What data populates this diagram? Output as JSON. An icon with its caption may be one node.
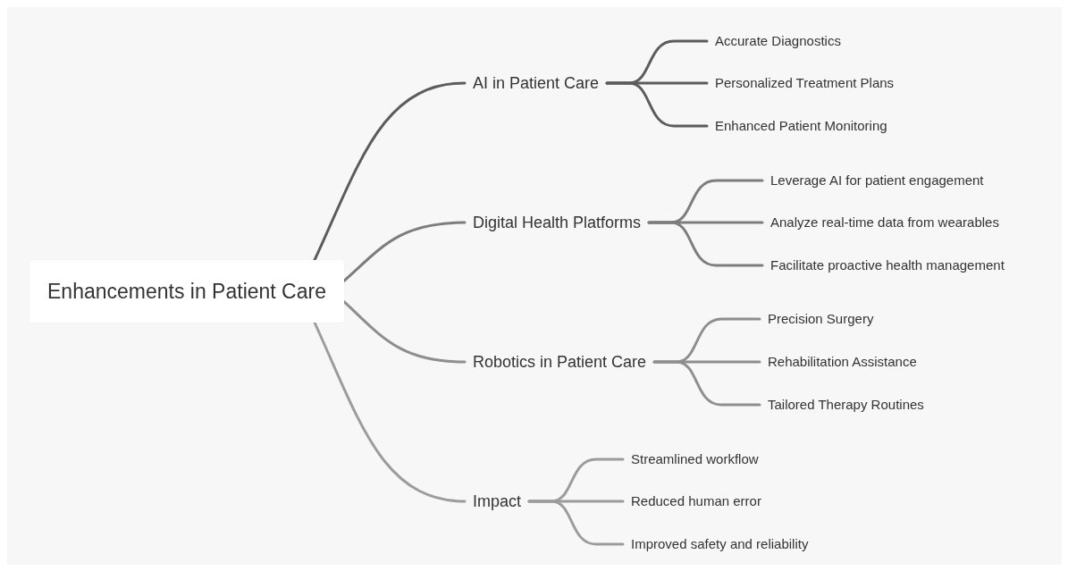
{
  "diagram": {
    "nodes": [
      {
        "text": [
          "Enhancements in Patient Care"
        ]
      },
      {
        "text": [
          "AI in Patient Care"
        ]
      },
      {
        "text": [
          "Accurate Diagnostics"
        ]
      },
      {
        "text": [
          "Personalized Treatment Plans"
        ]
      },
      {
        "text": [
          "Enhanced Patient Monitoring"
        ]
      },
      {
        "text": [
          "Digital Health Platforms"
        ]
      },
      {
        "text": [
          "Leverage AI for patient engagement"
        ]
      },
      {
        "text": [
          "Analyze real-time data from wearables"
        ]
      },
      {
        "text": [
          "Facilitate proactive health management"
        ]
      },
      {
        "text": [
          "Robotics in Patient Care"
        ]
      },
      {
        "text": [
          "Precision Surgery"
        ]
      },
      {
        "text": [
          "Rehabilitation Assistance"
        ]
      },
      {
        "text": [
          "Tailored Therapy Routines"
        ]
      },
      {
        "text": [
          "Impact"
        ]
      },
      {
        "text": [
          "Streamlined workflow"
        ]
      },
      {
        "text": [
          "Reduced human error"
        ]
      },
      {
        "text": [
          "Improved safety and reliability"
        ]
      }
    ],
    "edges": [
      {
        "from": 0,
        "to": 1,
        "arrow": "none",
        "color": "#5c5c5c"
      },
      {
        "from": 1,
        "to": 2,
        "arrow": "none",
        "color": "#5c5c5c"
      },
      {
        "from": 1,
        "to": 3,
        "arrow": "none",
        "color": "#5c5c5c"
      },
      {
        "from": 1,
        "to": 4,
        "arrow": "none",
        "color": "#5c5c5c"
      },
      {
        "from": 0,
        "to": 5,
        "arrow": "none",
        "color": "#7d7d7d"
      },
      {
        "from": 5,
        "to": 6,
        "arrow": "none",
        "color": "#7d7d7d"
      },
      {
        "from": 5,
        "to": 7,
        "arrow": "none",
        "color": "#7d7d7d"
      },
      {
        "from": 5,
        "to": 8,
        "arrow": "none",
        "color": "#7d7d7d"
      },
      {
        "from": 0,
        "to": 9,
        "arrow": "none",
        "color": "#8e8e8e"
      },
      {
        "from": 9,
        "to": 10,
        "arrow": "none",
        "color": "#8e8e8e"
      },
      {
        "from": 9,
        "to": 11,
        "arrow": "none",
        "color": "#8e8e8e"
      },
      {
        "from": 9,
        "to": 12,
        "arrow": "none",
        "color": "#8e8e8e"
      },
      {
        "from": 0,
        "to": 13,
        "arrow": "none",
        "color": "#9c9c9c"
      },
      {
        "from": 13,
        "to": 14,
        "arrow": "none",
        "color": "#9c9c9c"
      },
      {
        "from": 13,
        "to": 15,
        "arrow": "none",
        "color": "#9c9c9c"
      },
      {
        "from": 13,
        "to": 16,
        "arrow": "none",
        "color": "#9c9c9c"
      }
    ]
  }
}
